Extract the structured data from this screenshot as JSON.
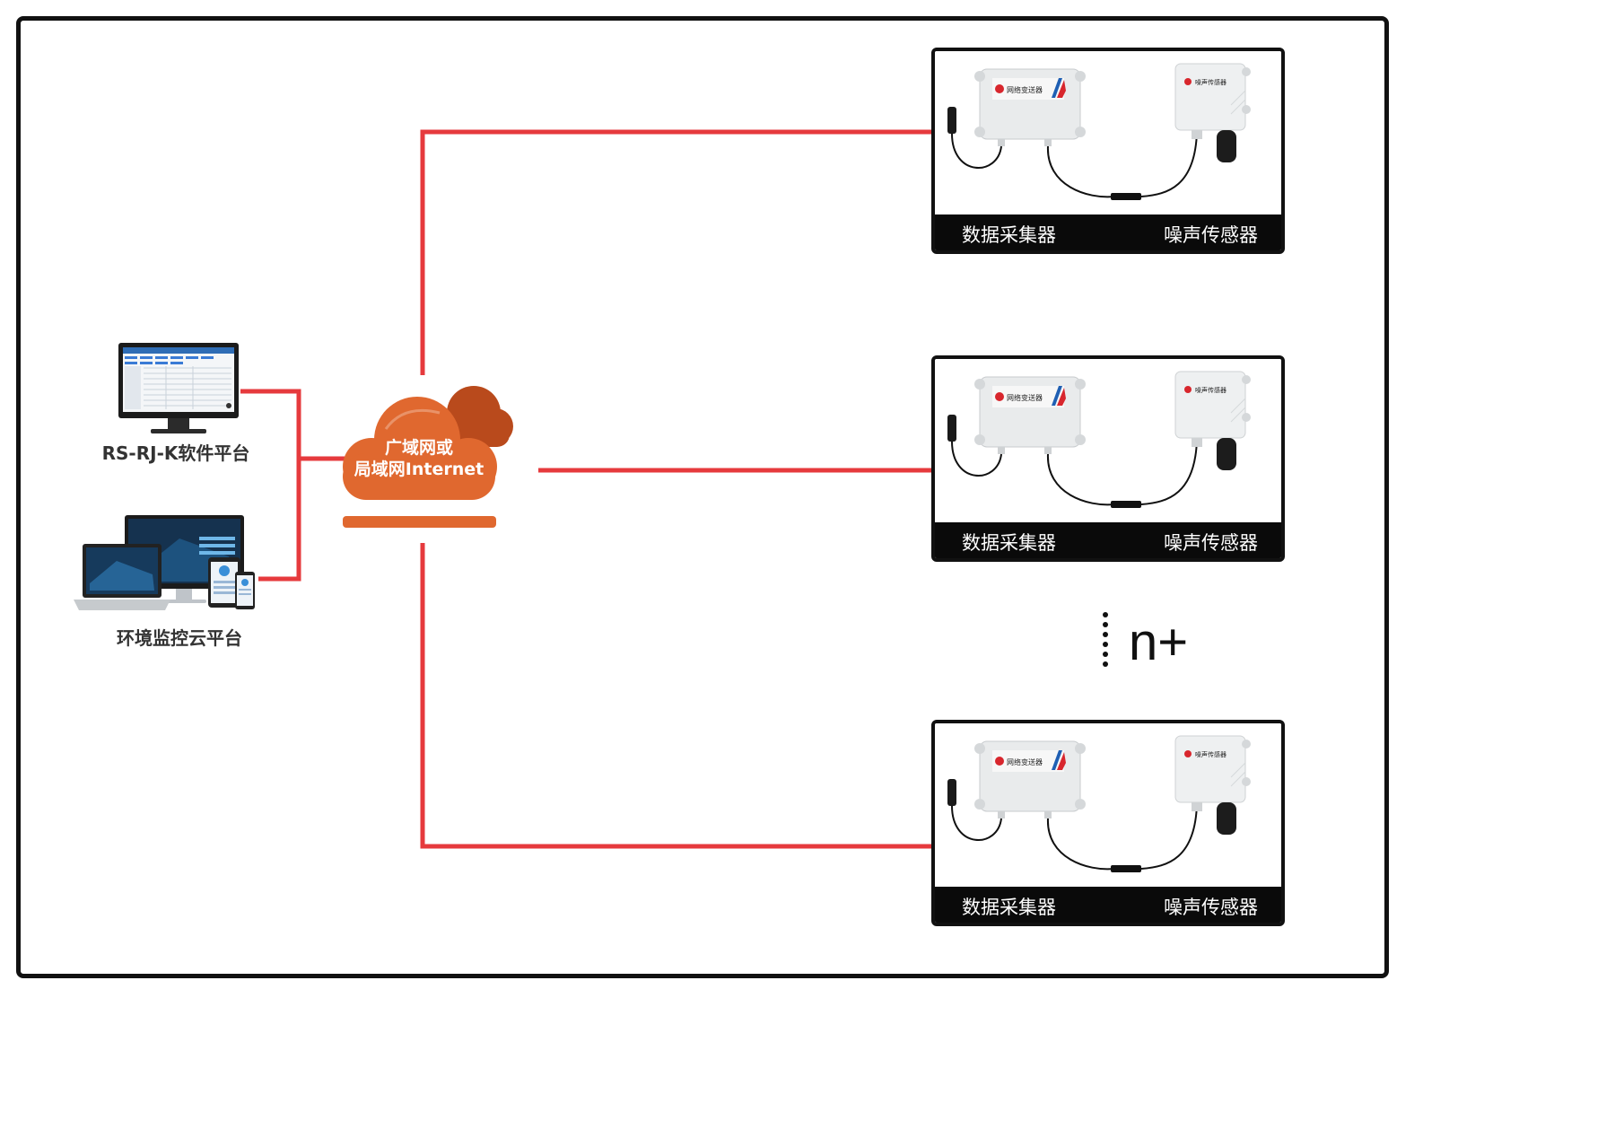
{
  "platforms": [
    {
      "id": "software",
      "label": "RS-RJ-K软件平台"
    },
    {
      "id": "cloud",
      "label": "环境监控云平台"
    }
  ],
  "network": {
    "line1": "广域网或",
    "line2": "局域网Internet"
  },
  "node_caption": {
    "collector": "数据采集器",
    "sensor": "噪声传感器"
  },
  "device_labels": {
    "collector_plate": "网络变送器",
    "sensor_plate": "噪声传感器"
  },
  "nodes": [
    {
      "collector": "数据采集器",
      "sensor": "噪声传感器"
    },
    {
      "collector": "数据采集器",
      "sensor": "噪声传感器"
    },
    {
      "collector": "数据采集器",
      "sensor": "噪声传感器"
    }
  ],
  "ellipsis": {
    "text": "n+"
  },
  "colors": {
    "link": "#e63a3d",
    "cloud_main": "#e0682f",
    "cloud_back": "#b94a1c",
    "frame": "#111111"
  }
}
